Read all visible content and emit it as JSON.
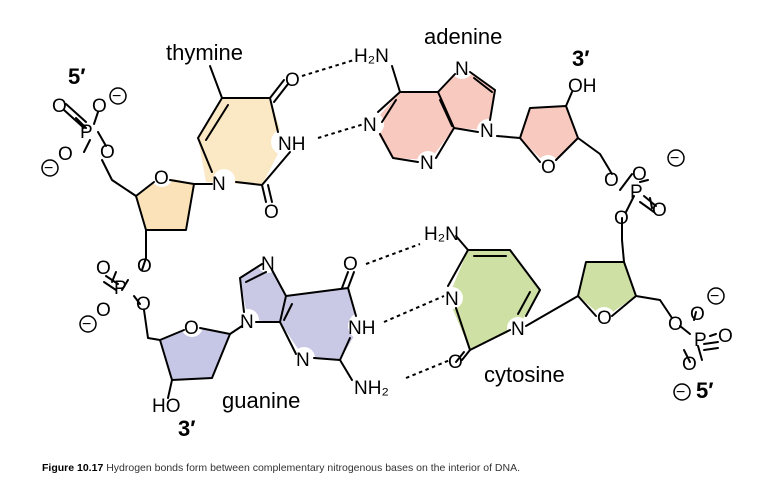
{
  "bases": {
    "thymine": "thymine",
    "adenine": "adenine",
    "guanine": "guanine",
    "cytosine": "cytosine"
  },
  "atoms": {
    "O": "O",
    "N": "N",
    "NH": "NH",
    "H2N": "H₂N",
    "NH2": "NH₂",
    "OH": "OH",
    "HO": "HO",
    "P": "P",
    "minus": "−"
  },
  "ends": {
    "five_prime": "5′",
    "three_prime": "3′"
  },
  "caption": {
    "label": "Figure 10.17",
    "text": "Hydrogen bonds form between complementary nitrogenous bases on the interior of DNA."
  },
  "colors": {
    "thymine": "#fbe8c5",
    "adenine": "#f7c9bf",
    "guanine": "#c9c9e6",
    "cytosine": "#cfe0a4",
    "sugar_top_left": "#fbe2b8",
    "sugar_top_right": "#f7c9bf",
    "sugar_bottom_left": "#c6c6e6",
    "sugar_bottom_right": "#cfe0a4"
  }
}
